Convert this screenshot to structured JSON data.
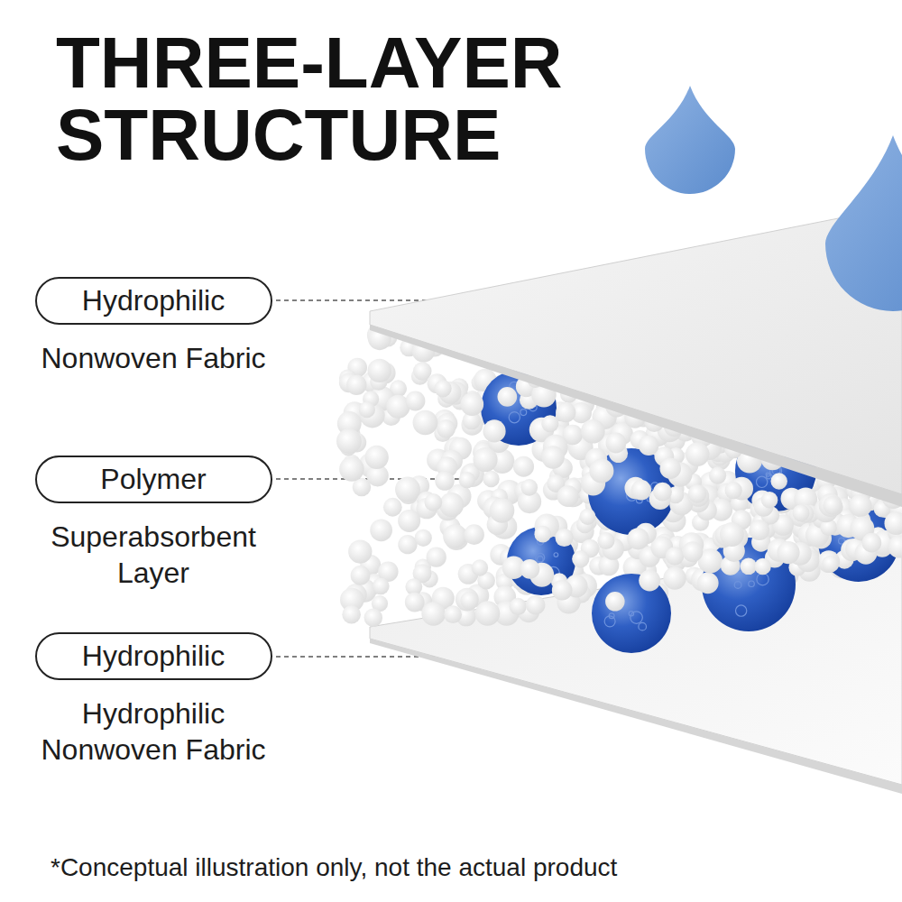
{
  "diagram": {
    "title": "THREE-LAYER STRUCTURE",
    "caption": "*Conceptual illustration only, not the actual product",
    "nodes": [
      {
        "text": [
          "Hydrophilic",
          "Nonwoven Fabric"
        ]
      },
      {
        "text": [
          "Polymer",
          "Superabsorbent Layer"
        ]
      },
      {
        "text": [
          "Hydrophilic",
          "Hydrophilic Nonwoven Fabric"
        ]
      }
    ]
  }
}
